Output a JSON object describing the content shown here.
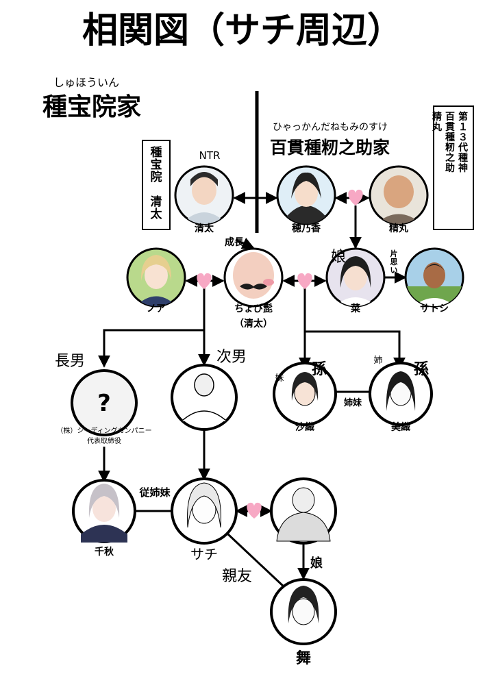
{
  "title": "相関図（サチ周辺）",
  "families": {
    "shuhoin": {
      "reading": "しゅほういん",
      "name": "種宝院家"
    },
    "hyakkan": {
      "reading": "ひゃっかんだねもみのすけ",
      "name": "百貫種籾之助家"
    }
  },
  "side_boxes": {
    "left": "種宝院\n清太",
    "right": "第１３代種神\n百貫種籾之助\n精丸"
  },
  "people": {
    "seita": "清太",
    "honoka": "穂乃香",
    "seimaru": "精丸",
    "noa": "ノア",
    "chobihige": "ちょび髭",
    "chobihige_sub": "（清太）",
    "na": "菜",
    "satoshi": "サトシ",
    "unknown_mark": "?",
    "unknown_company": "（株）シーディングカンパニー",
    "unknown_role": "代表取締役",
    "saori": "沙織",
    "miori": "美織",
    "chiaki": "千秋",
    "sachi": "サチ",
    "mai": "舞"
  },
  "relations": {
    "ntr": "NTR",
    "seicho": "成長",
    "musume": "娘",
    "kataomoi": "片思い",
    "chonan": "長男",
    "jinan": "次男",
    "mago": "孫",
    "imouto": "妹",
    "ane": "姉",
    "shimai": "姉妹",
    "itoko": "従姉妹",
    "shinyu": "親友"
  },
  "colors": {
    "heart": "#f7a8c4",
    "line": "#000000"
  }
}
